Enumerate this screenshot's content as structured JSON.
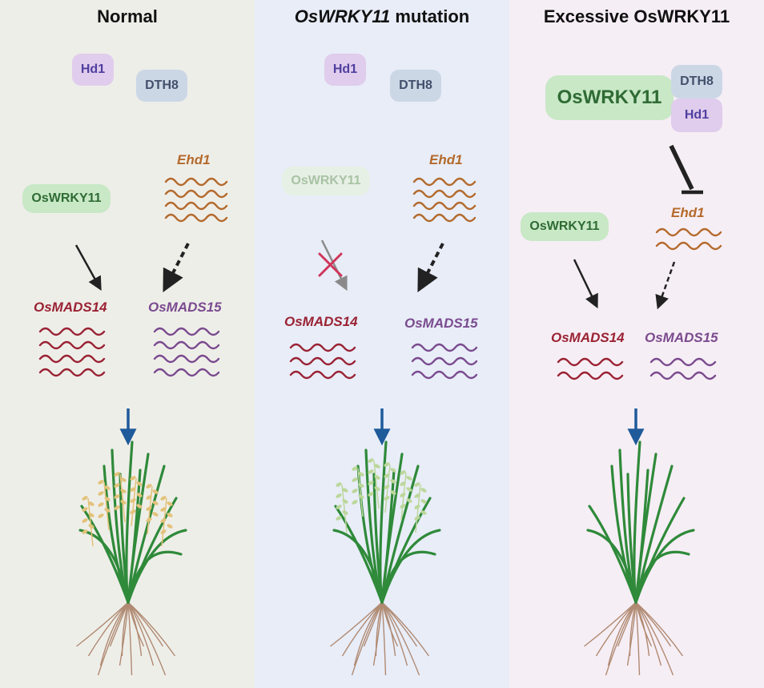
{
  "panels": [
    {
      "title": "Normal",
      "hd1": "Hd1",
      "dth8": "DTH8",
      "wrky": "OsWRKY11",
      "ehd1": "Ehd1",
      "mads14": "OsMADS14",
      "mads15": "OsMADS15"
    },
    {
      "title_italic": "OsWRKY11",
      "title_rest": " mutation",
      "hd1": "Hd1",
      "dth8": "DTH8",
      "wrky": "OsWRKY11",
      "ehd1": "Ehd1",
      "mads14": "OsMADS14",
      "mads15": "OsMADS15"
    },
    {
      "title": "Excessive OsWRKY11",
      "wrky_big": "OsWRKY11",
      "dth8": "DTH8",
      "hd1": "Hd1",
      "ehd1": "Ehd1",
      "wrky": "OsWRKY11",
      "mads14": "OsMADS14",
      "mads15": "OsMADS15"
    }
  ],
  "colors": {
    "panel1_bg": "#eeeee9",
    "panel2_bg": "#e8edf8",
    "panel3_bg": "#f6eef5",
    "ehd1_wave": "#b46a2c",
    "mads14_wave": "#9a2233",
    "mads15_wave": "#7a4a8e",
    "down_arrow": "#1f5a9a",
    "block_cross": "#d0355a",
    "leaf_green": "#2f8a3a",
    "panicle_yellow": "#e3c27a",
    "panicle_pale_green": "#bcd79a",
    "root_brown": "#b08a72"
  }
}
